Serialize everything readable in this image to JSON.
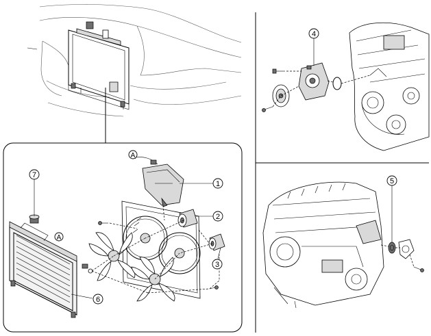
{
  "callouts": {
    "fan_shroud": "1",
    "upper_fan_motor": "2",
    "lower_fan_motor": "3",
    "water_pump": "4",
    "thermostat": "5",
    "radiator": "6",
    "radiator_cap": "7"
  },
  "reference_marks": {
    "connector_a": "A",
    "radiator_a": "A"
  },
  "colors": {
    "line": "#000000",
    "part_fill": "#d9d9d9",
    "shade": "#6f6f6f",
    "background": "#ffffff"
  }
}
